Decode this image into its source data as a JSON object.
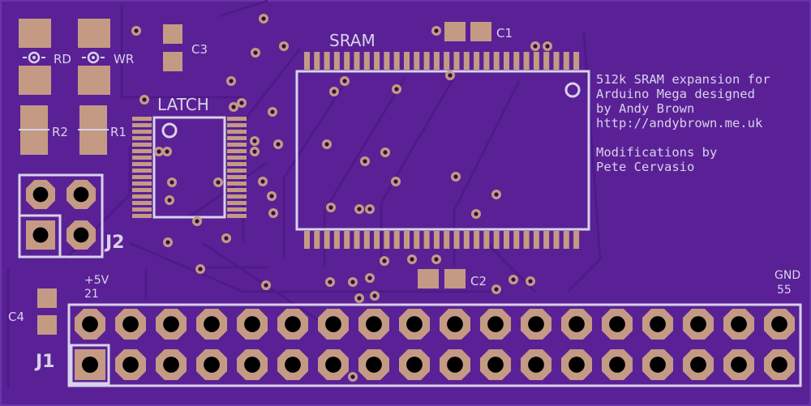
{
  "board": {
    "background": "#5a2196",
    "copper_color": "#c49a84",
    "silk_color": "#d8d2ea"
  },
  "labels": {
    "sram": "SRAM",
    "latch": "LATCH",
    "c1": "C1",
    "c2": "C2",
    "c3": "C3",
    "c4": "C4",
    "rd": "RD",
    "wr": "WR",
    "r1": "R1",
    "r2": "R2",
    "j1": "J1",
    "j2": "J2",
    "plus5v": "+5V",
    "pin21": "21",
    "gnd": "GND",
    "pin55": "55"
  },
  "notes": [
    "512k SRAM expansion for",
    "Arduino Mega designed",
    "by Andy Brown",
    "http://andybrown.me.uk",
    "",
    "Modifications by",
    "Pete Cervasio"
  ]
}
